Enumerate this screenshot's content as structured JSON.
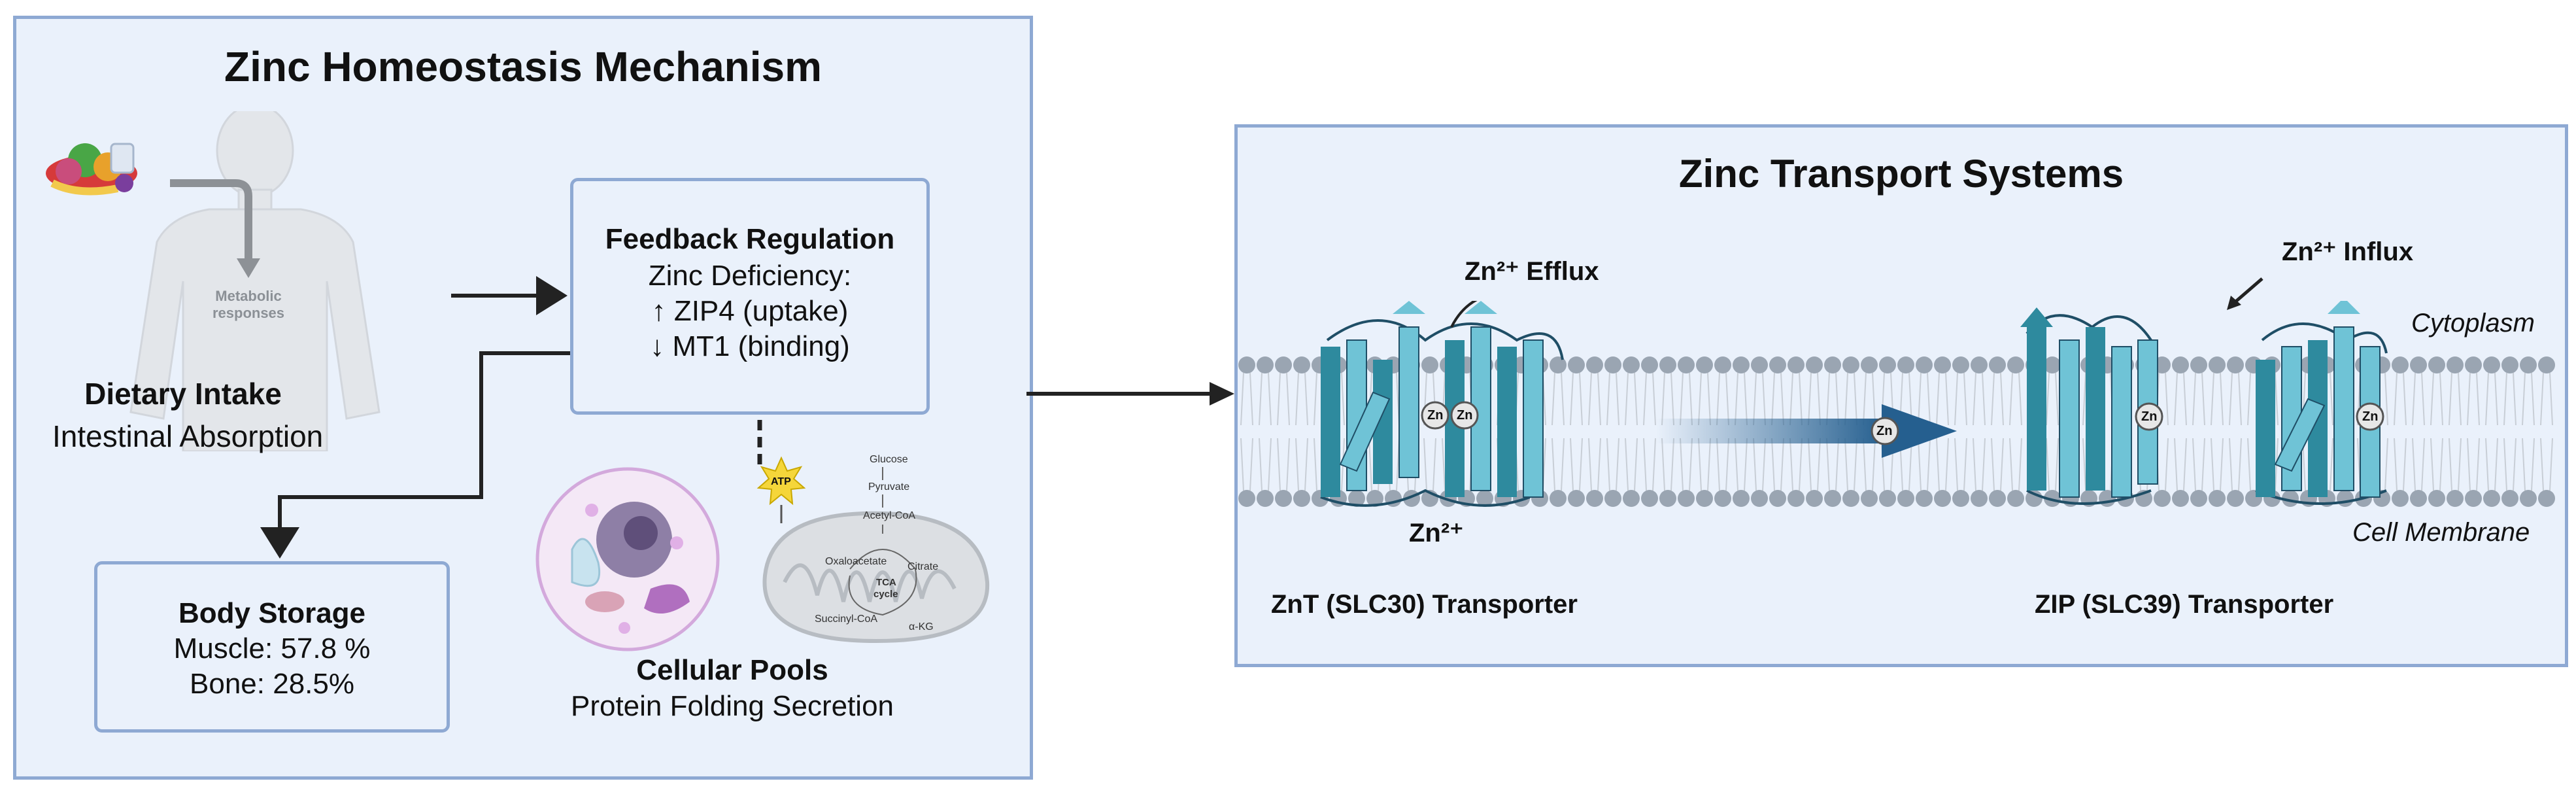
{
  "left_panel": {
    "title": "Zinc Homeostasis Mechanism",
    "metabolic_label": "Metabolic\nresponses",
    "dietary": {
      "title": "Dietary Intake",
      "subtitle": "Intestinal Absorption"
    },
    "feedback": {
      "title": "Feedback Regulation",
      "line1": "Zinc Deficiency:",
      "line2": "↑ ZIP4 (uptake)",
      "line3": "↓ MT1 (binding)"
    },
    "storage": {
      "title": "Body Storage",
      "line1": "Muscle: 57.8 %",
      "line2": "Bone: 28.5%"
    },
    "cellular": {
      "title": "Cellular Pools",
      "subtitle": "Protein Folding Secretion"
    },
    "atp_label": "ATP",
    "tca": {
      "glucose": "Glucose",
      "pyruvate": "Pyruvate",
      "acetyl": "Acetyl-CoA",
      "oxaloacetate": "Oxaloacetate",
      "citrate": "Citrate",
      "cycle1": "TCA",
      "cycle2": "cycle",
      "succinyl": "Succinyl-CoA",
      "akg": "α-KG"
    }
  },
  "right_panel": {
    "title": "Zinc Transport Systems",
    "efflux_label": "Zn²⁺ Efflux",
    "influx_label": "Zn²⁺ Influx",
    "zn2_label": "Zn²⁺",
    "cytoplasm": "Cytoplasm",
    "membrane": "Cell Membrane",
    "znt_label": "ZnT (SLC30) Transporter",
    "zip_label": "ZIP (SLC39) Transporter",
    "zn_ion": "Zn"
  },
  "colors": {
    "panel_bg": "#eaf1fb",
    "panel_border": "#8ea9d3",
    "protein_light": "#6fc3d6",
    "protein_dark": "#2e8a9e",
    "arrow_blue": "#255f8f",
    "lipid_head": "#9aa5b2"
  }
}
